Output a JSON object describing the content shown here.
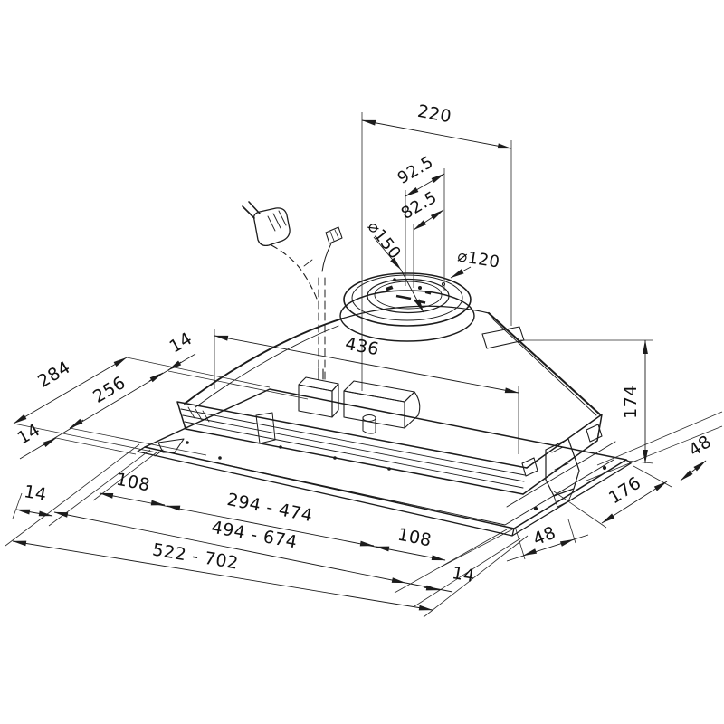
{
  "drawing": {
    "type": "technical-dimension-drawing",
    "subject": "built-in cooker hood installation diagram",
    "background": "#ffffff",
    "line_color": "#1c1c1c",
    "units": "mm",
    "dims": {
      "top_width": "220",
      "duct_offset_back": "92.5",
      "duct_offset_front": "82.5",
      "duct_outer_dia": "⌀150",
      "duct_inner_dia": "⌀120",
      "body_width": "436",
      "total_depth": "284",
      "inner_depth": "256",
      "flange_back": "14",
      "flange_left": "14",
      "flange_front_left": "14",
      "left_offset": "108",
      "cutout_range": "294 - 474",
      "inner_range": "494 - 674",
      "outer_range": "522 - 702",
      "right_offset": "108",
      "right_flange": "48",
      "flange_front_right": "14",
      "height": "174",
      "side_flange": "48",
      "side_depth": "176"
    }
  }
}
